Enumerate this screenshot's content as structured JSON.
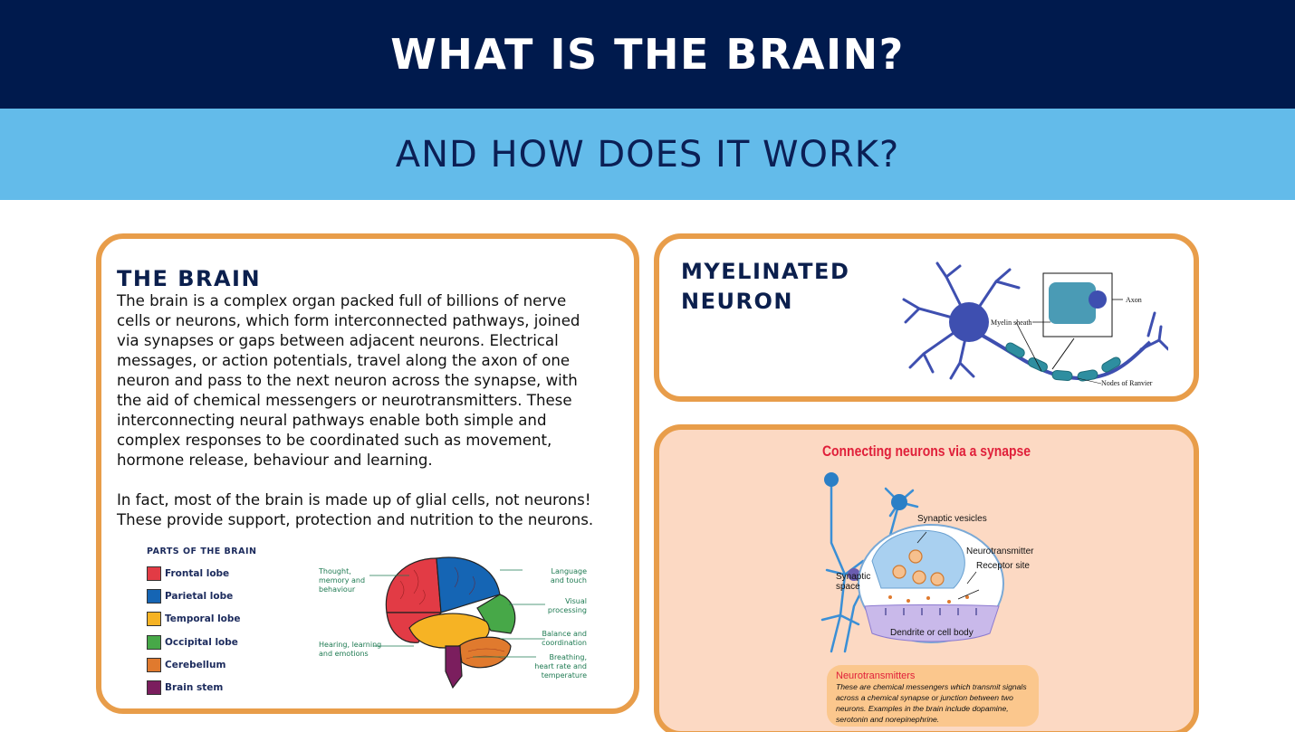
{
  "header": {
    "title": "WHAT IS THE BRAIN?",
    "subtitle": "AND HOW DOES IT WORK?"
  },
  "brain_card": {
    "title": "THE BRAIN",
    "paragraph1": "The brain is a complex organ packed full of billions of nerve\ncells or neurons, which form interconnected pathways, joined\nvia synapses or gaps between adjacent neurons.  Electrical\nmessages, or action potentials, travel along the axon of one\nneuron and pass to the next neuron across the synapse, with\nthe aid of chemical messengers or neurotransmitters. These\ninterconnecting neural pathways enable both simple and\ncomplex responses to be coordinated such as movement,\nhormone release, behaviour and learning.",
    "paragraph2": "In fact, most of the brain is made up of glial cells, not neurons!\nThese provide support, protection and nutrition to the neurons.",
    "legend_title": "PARTS OF THE BRAIN",
    "legend": [
      {
        "label": "Frontal lobe",
        "color": "#e23b45"
      },
      {
        "label": "Parietal lobe",
        "color": "#1565b4"
      },
      {
        "label": "Temporal lobe",
        "color": "#f6b324"
      },
      {
        "label": "Occipital lobe",
        "color": "#47a848"
      },
      {
        "label": "Cerebellum",
        "color": "#e07a2e"
      },
      {
        "label": "Brain stem",
        "color": "#7b1e5e"
      }
    ],
    "figure_labels": {
      "thought": "Thought,\nmemory and\nbehaviour",
      "hearing": "Hearing, learning\nand emotions",
      "language": "Language\nand touch",
      "visual": "Visual\nprocessing",
      "balance": "Balance and\ncoordination",
      "breathing": "Breathing,\nheart rate and\ntemperature"
    }
  },
  "neuron_card": {
    "title": "MYELINATED\nNEURON",
    "labels": {
      "axon": "Axon",
      "myelin": "Myelin sheath",
      "nodes": "Nodes of Ranvier"
    }
  },
  "synapse_card": {
    "title": "Connecting neurons via a synapse",
    "labels": {
      "vesicles": "Synaptic vesicles",
      "neurotransmitter": "Neurotransmitter",
      "receptor": "Receptor site",
      "space": "Synaptic\nspace",
      "dendrite": "Dendrite or cell body"
    },
    "callout_title": "Neurotransmitters",
    "callout_text": "These are chemical messengers which transmit signals across a chemical synapse or junction between two neurons. Examples in the brain include dopamine, serotonin and norepinephrine."
  }
}
